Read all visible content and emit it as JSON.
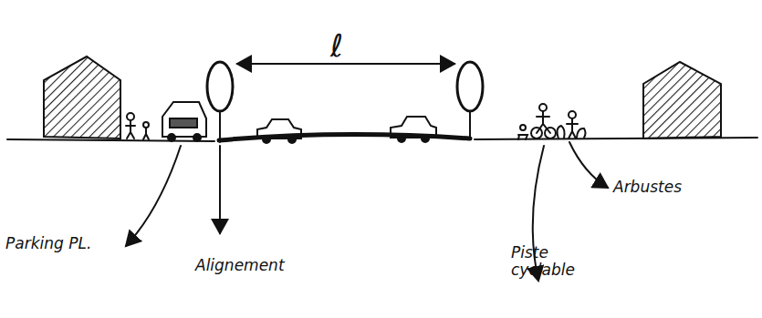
{
  "diagram": {
    "labels": [
      "ℓ",
      "Parking PL.",
      "Alignement",
      "Piste cyclable",
      "Arbustes"
    ]
  }
}
